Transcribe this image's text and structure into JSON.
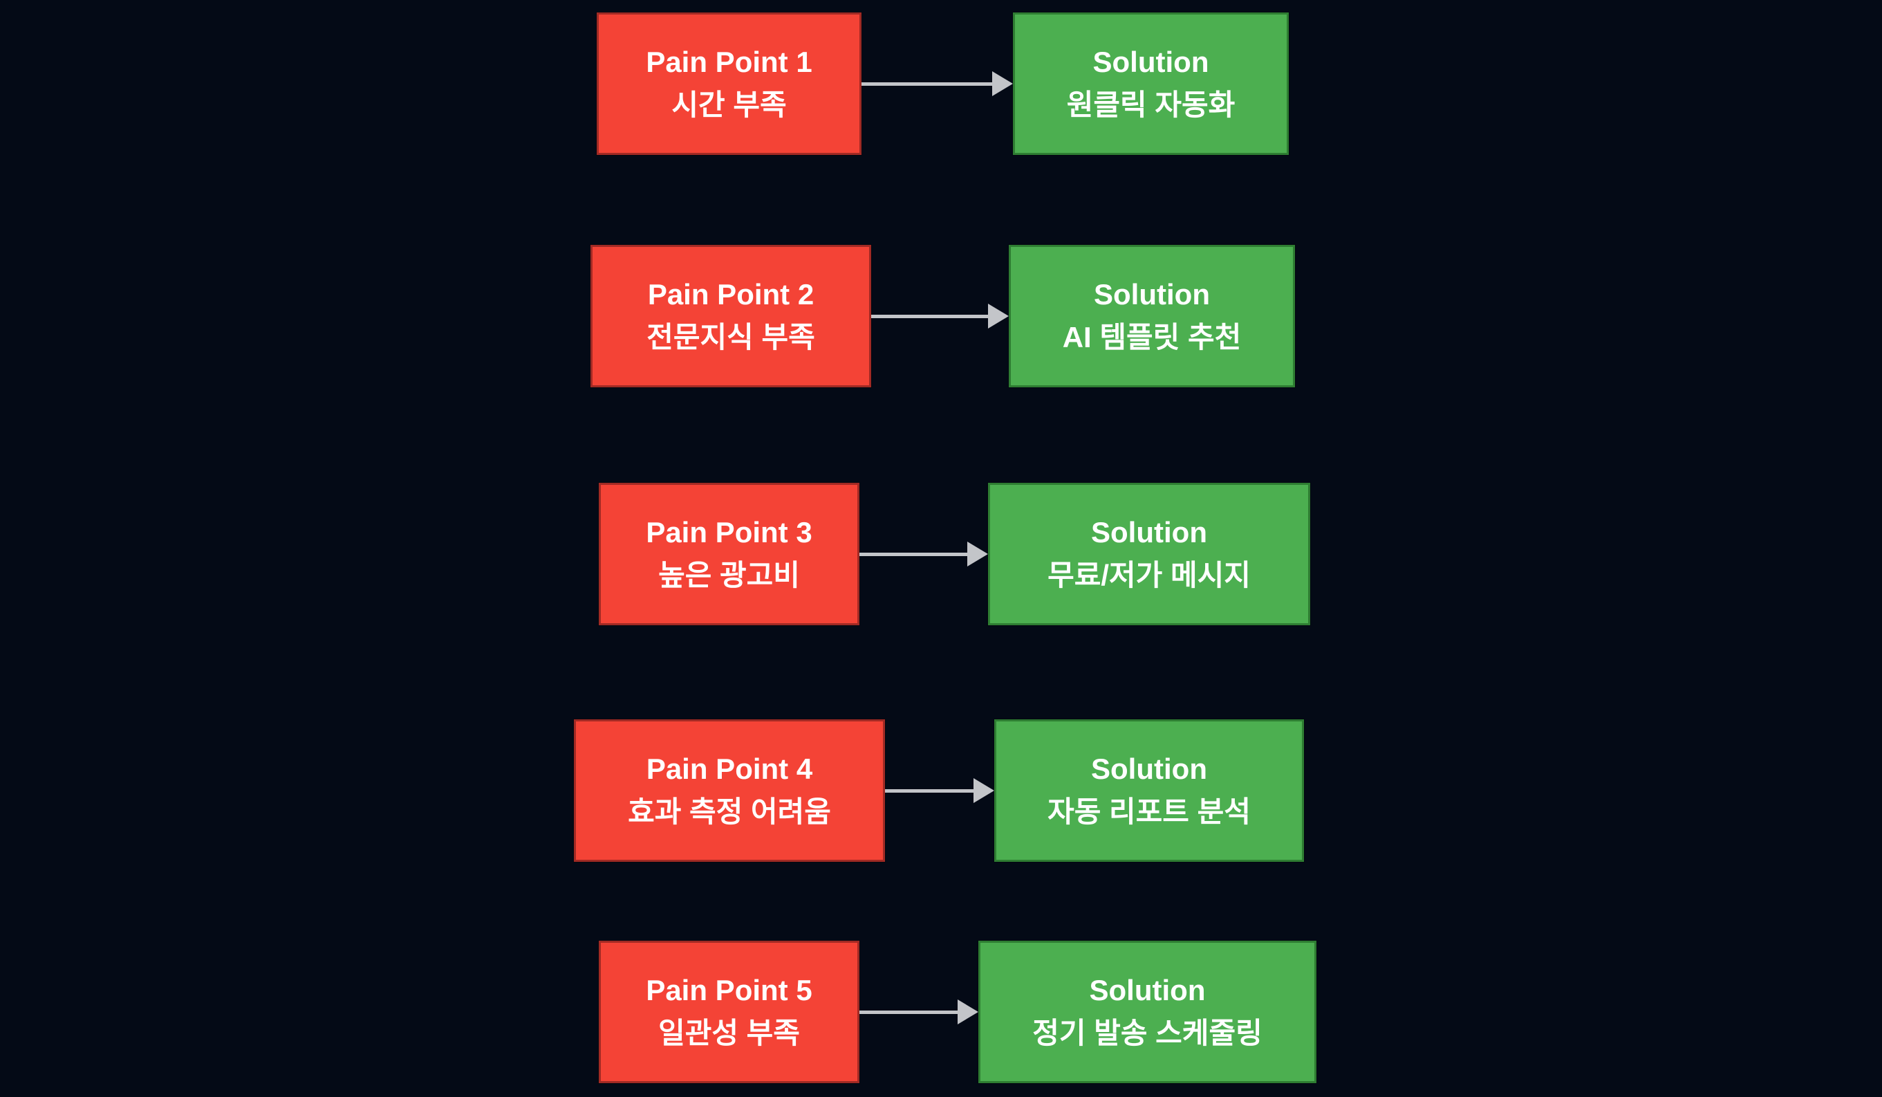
{
  "diagram": {
    "type": "pain-point-to-solution-flow",
    "colors": {
      "background": "#040a16",
      "pain_fill": "#f44336",
      "pain_border": "#a12a24",
      "solution_fill": "#4caf50",
      "solution_border": "#2e7d32",
      "arrow": "#c3c5c9",
      "text": "#ffffff"
    }
  },
  "rows": [
    {
      "pain_title": "Pain Point 1",
      "pain_subtitle": "시간 부족",
      "solution_title": "Solution",
      "solution_subtitle": "원클릭 자동화"
    },
    {
      "pain_title": "Pain Point 2",
      "pain_subtitle": "전문지식 부족",
      "solution_title": "Solution",
      "solution_subtitle": "AI 템플릿 추천"
    },
    {
      "pain_title": "Pain Point 3",
      "pain_subtitle": "높은 광고비",
      "solution_title": "Solution",
      "solution_subtitle": "무료/저가 메시지"
    },
    {
      "pain_title": "Pain Point 4",
      "pain_subtitle": "효과 측정 어려움",
      "solution_title": "Solution",
      "solution_subtitle": "자동 리포트 분석"
    },
    {
      "pain_title": "Pain Point 5",
      "pain_subtitle": "일관성 부족",
      "solution_title": "Solution",
      "solution_subtitle": "정기 발송 스케줄링"
    }
  ]
}
